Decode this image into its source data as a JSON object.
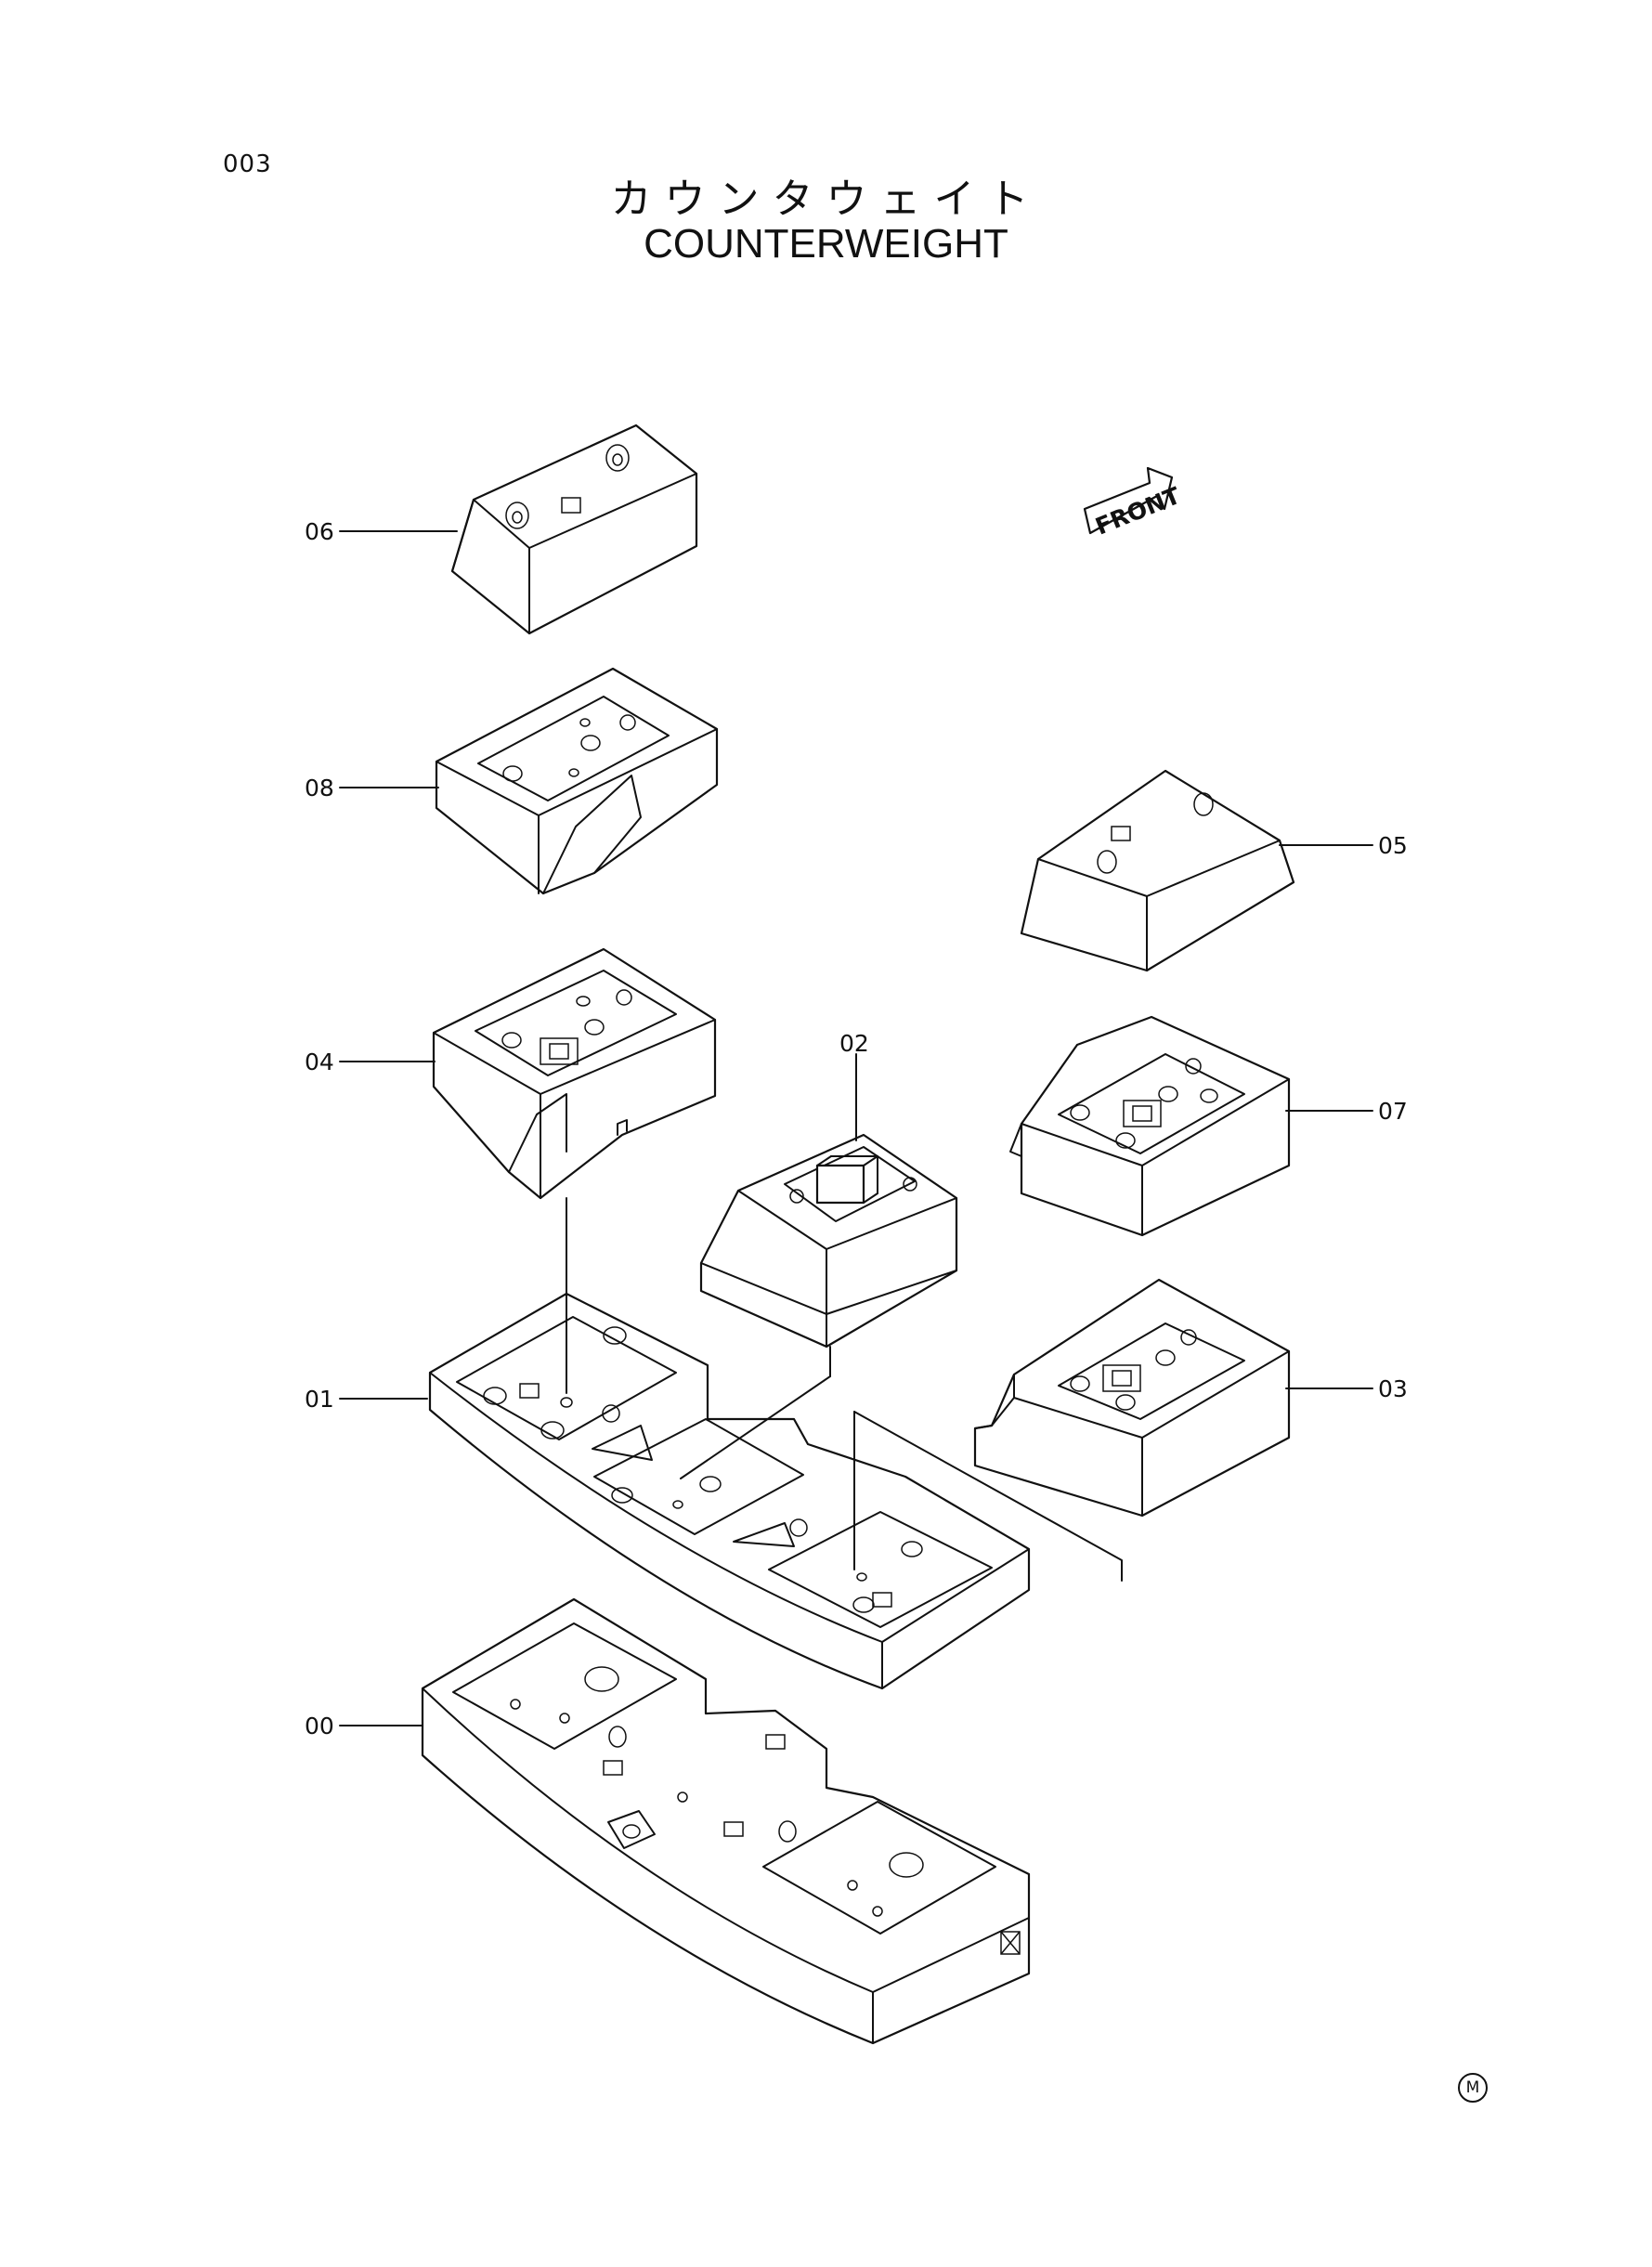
{
  "page_number": "003",
  "title_jp": "カウンタウェイト",
  "title_en": "COUNTERWEIGHT",
  "front_label": "FRONT",
  "part_labels": {
    "p00": "00",
    "p01": "01",
    "p02": "02",
    "p03": "03",
    "p04": "04",
    "p05": "05",
    "p06": "06",
    "p07": "07",
    "p08": "08"
  },
  "corner_mark": "M"
}
